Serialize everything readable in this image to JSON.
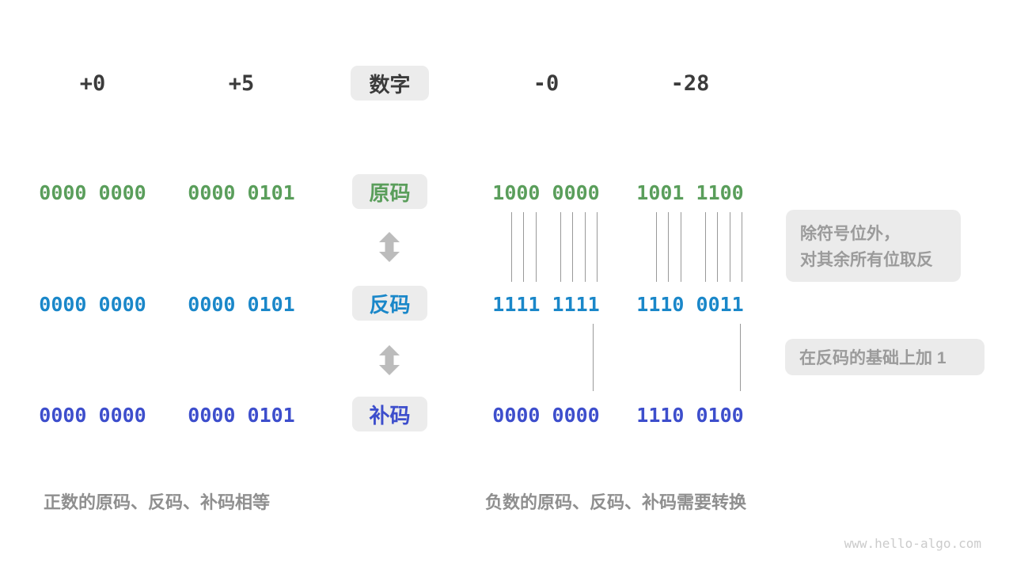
{
  "header": {
    "badge": "数字",
    "columns": [
      "+0",
      "+5",
      "-0",
      "-28"
    ]
  },
  "rows": [
    {
      "badge": "原码",
      "name": "sign-magnitude",
      "color": "#5a9e5b",
      "values": [
        "0000 0000",
        "0000 0101",
        "1000 0000",
        "1001 1100"
      ]
    },
    {
      "badge": "反码",
      "name": "ones-complement",
      "color": "#1a87c9",
      "values": [
        "0000 0000",
        "0000 0101",
        "1111 1111",
        "1110 0011"
      ]
    },
    {
      "badge": "补码",
      "name": "twos-complement",
      "color": "#3d4ecc",
      "values": [
        "0000 0000",
        "0000 0101",
        "0000 0000",
        "1110 0100"
      ]
    }
  ],
  "annotations": {
    "flip_line1": "除符号位外，",
    "flip_line2": "对其余所有位取反",
    "add_one": "在反码的基础上加 1"
  },
  "captions": {
    "positive": "正数的原码、反码、补码相等",
    "negative": "负数的原码、反码、补码需要转换"
  },
  "watermark": "www.hello-algo.com",
  "colors": {
    "header_text": "#3b3b3b",
    "badge_background": "#ececec",
    "annotation_background": "#ebebeb",
    "annotation_text": "#9b9b9b",
    "caption_text": "#8f8f8f",
    "guide_line": "#999999",
    "arrow": "#bcbcbc"
  }
}
